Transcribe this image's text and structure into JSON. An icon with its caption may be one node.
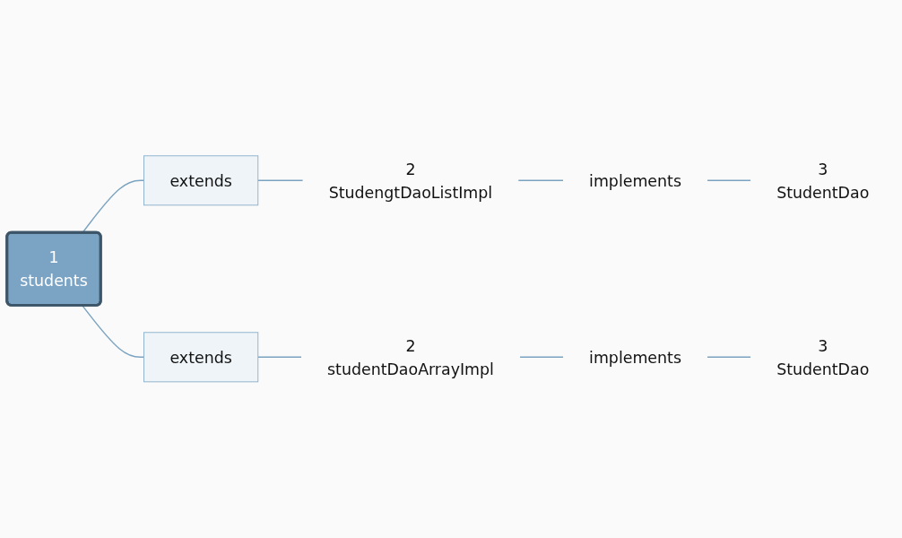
{
  "diagram": {
    "nodes": [
      {
        "text": [
          "1",
          "students"
        ]
      },
      {
        "text": [
          "extends"
        ]
      },
      {
        "text": [
          "2",
          "StudengtDaoListImpl"
        ]
      },
      {
        "text": [
          "implements"
        ]
      },
      {
        "text": [
          "3",
          "StudentDao"
        ]
      },
      {
        "text": [
          "extends"
        ]
      },
      {
        "text": [
          "2",
          "studentDaoArrayImpl"
        ]
      },
      {
        "text": [
          "implements"
        ]
      },
      {
        "text": [
          "3",
          "StudentDao"
        ]
      }
    ],
    "edges": [
      {
        "from": 0,
        "to": 1,
        "arrow": "none"
      },
      {
        "from": 1,
        "to": 2,
        "arrow": "none"
      },
      {
        "from": 2,
        "to": 3,
        "arrow": "none"
      },
      {
        "from": 3,
        "to": 4,
        "arrow": "none"
      },
      {
        "from": 0,
        "to": 5,
        "arrow": "none"
      },
      {
        "from": 5,
        "to": 6,
        "arrow": "none"
      },
      {
        "from": 6,
        "to": 7,
        "arrow": "none"
      },
      {
        "from": 7,
        "to": 8,
        "arrow": "none"
      }
    ]
  }
}
